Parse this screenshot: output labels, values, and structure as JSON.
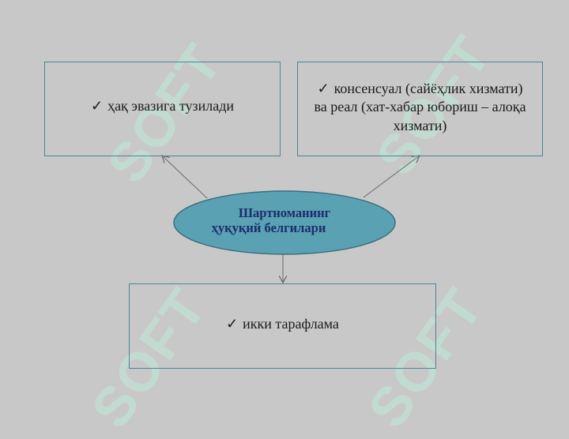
{
  "watermark_text": "SOFT",
  "center": {
    "line1": "Шартноманинг",
    "line2": "ҳуқуқий белгилари"
  },
  "boxes": {
    "left": "ҳақ эвазига тузилади",
    "right": "консенсуал (сайёҳлик хизмати) ва реал (хат-хабар юбориш – алоқа хизмати)",
    "bottom": "икки тарафлама"
  },
  "check_glyph": "✓",
  "colors": {
    "background": "#c8c8c8",
    "box_border": "#4a8796",
    "ellipse_fill": "#5aa1b4",
    "ellipse_stroke": "#3b6f80",
    "center_text": "#1c2d6a",
    "watermark": "#beebd7"
  }
}
